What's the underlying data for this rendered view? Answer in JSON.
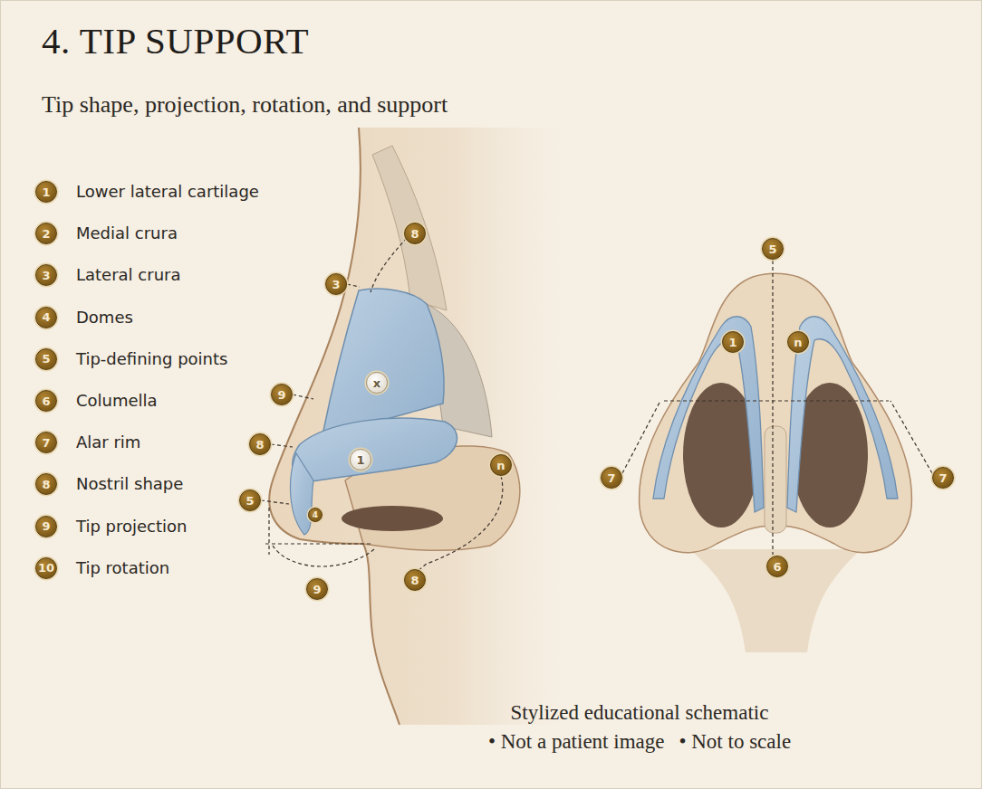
{
  "diagram": {
    "title": "4. TIP SUPPORT",
    "caption": "Stylized educational schematic",
    "labels": [
      "Tip shape, projection, rotation, and support",
      "1",
      "Lower lateral cartilage",
      "2",
      "Medial crura",
      "3",
      "Lateral crura",
      "4",
      "Domes",
      "5",
      "Tip-defining points",
      "6",
      "Columella",
      "7",
      "Alar rim",
      "8",
      "Nostril shape",
      "9",
      "Tip projection",
      "10",
      "Tip rotation",
      "8",
      "3",
      "x",
      "9",
      "8",
      "1",
      "5",
      "4",
      "n",
      "9",
      "8",
      "5",
      "1",
      "n",
      "7",
      "7",
      "6",
      "• Not a patient image",
      "• Not to scale"
    ]
  }
}
